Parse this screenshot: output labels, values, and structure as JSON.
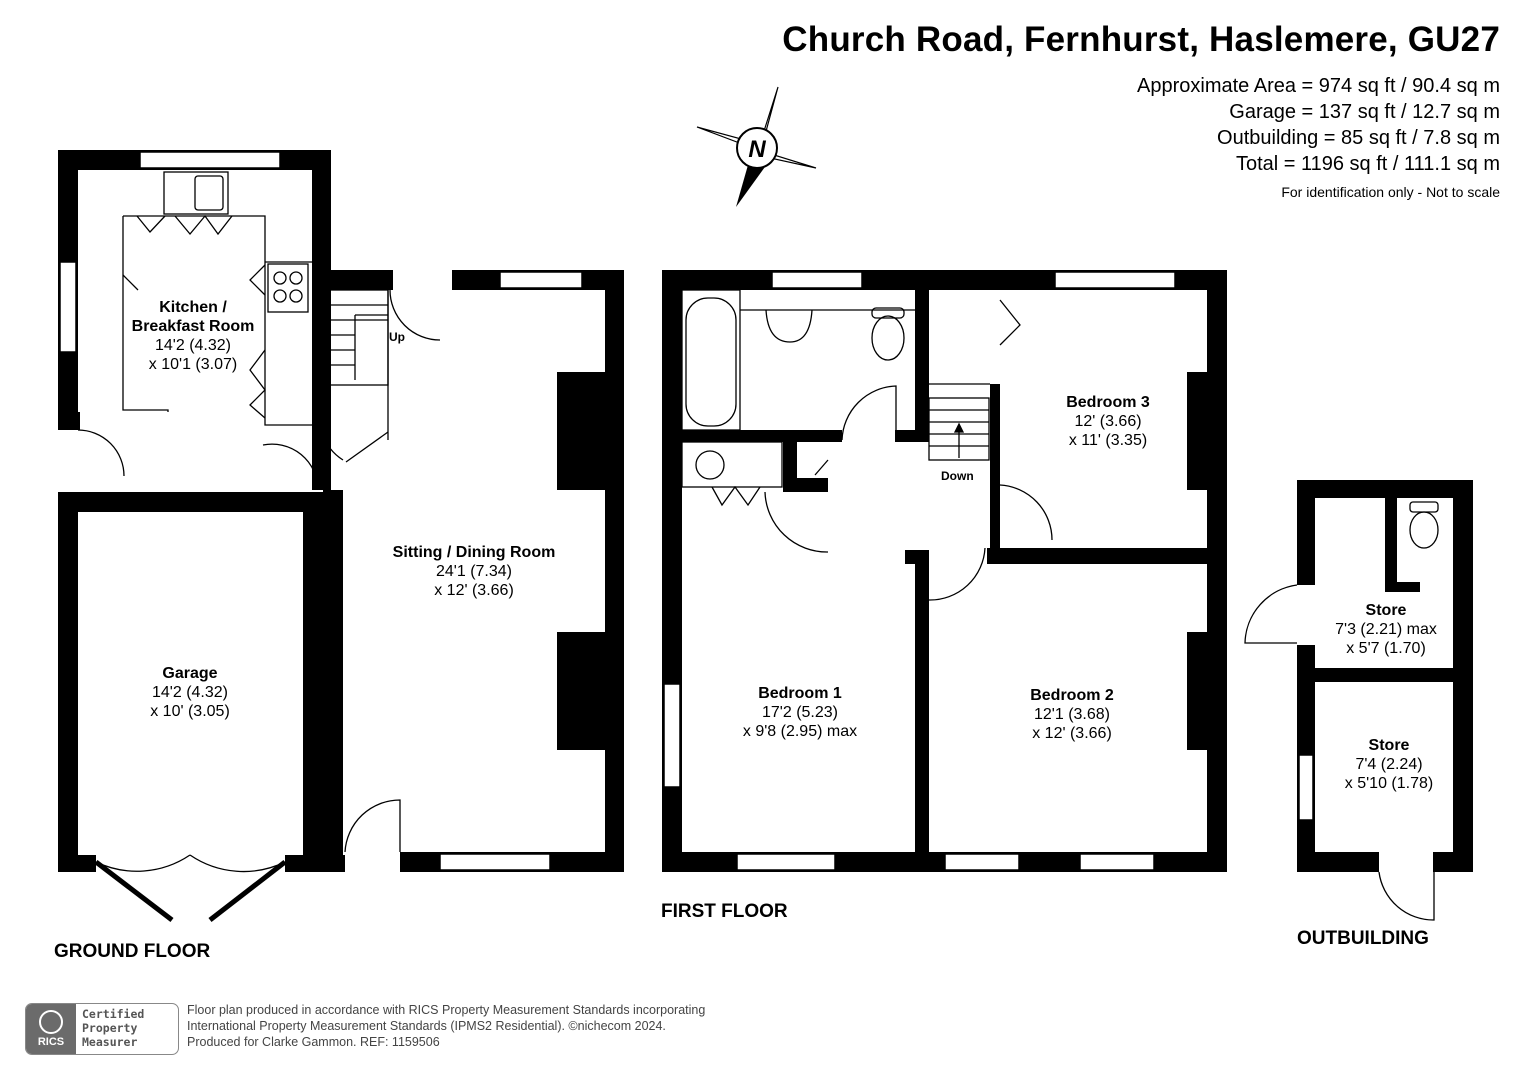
{
  "header": {
    "title": "Church Road, Fernhurst, Haslemere, GU27",
    "areas": [
      "Approximate Area = 974 sq ft / 90.4 sq m",
      "Garage = 137 sq ft / 12.7 sq m",
      "Outbuilding = 85 sq ft / 7.8 sq m",
      "Total = 1196 sq ft / 111.1 sq m"
    ],
    "note": "For identification only - Not to scale"
  },
  "compass": {
    "letter": "N"
  },
  "floors": {
    "ground": "GROUND FLOOR",
    "first": "FIRST FLOOR",
    "outbuilding": "OUTBUILDING"
  },
  "rooms": {
    "kitchen": {
      "name_1": "Kitchen /",
      "name_2": "Breakfast Room",
      "dim_1": "14'2 (4.32)",
      "dim_2": "x 10'1 (3.07)"
    },
    "sitting": {
      "name": "Sitting / Dining Room",
      "dim_1": "24'1 (7.34)",
      "dim_2": "x 12' (3.66)"
    },
    "garage": {
      "name": "Garage",
      "dim_1": "14'2 (4.32)",
      "dim_2": "x 10' (3.05)"
    },
    "bedroom1": {
      "name": "Bedroom 1",
      "dim_1": "17'2 (5.23)",
      "dim_2": "x 9'8 (2.95) max"
    },
    "bedroom2": {
      "name": "Bedroom 2",
      "dim_1": "12'1 (3.68)",
      "dim_2": "x 12' (3.66)"
    },
    "bedroom3": {
      "name": "Bedroom 3",
      "dim_1": "12' (3.66)",
      "dim_2": "x 11' (3.35)"
    },
    "store1": {
      "name": "Store",
      "dim_1": "7'3 (2.21) max",
      "dim_2": "x 5'7 (1.70)"
    },
    "store2": {
      "name": "Store",
      "dim_1": "7'4 (2.24)",
      "dim_2": "x 5'10 (1.78)"
    }
  },
  "stairs": {
    "up": "Up",
    "down": "Down"
  },
  "footer": {
    "line_1": "Floor plan produced in accordance with RICS Property Measurement Standards incorporating",
    "line_2": "International Property Measurement Standards (IPMS2 Residential).  ©nichecom 2024.",
    "line_3": "Produced for Clarke Gammon.   REF: 1159506",
    "badge_logo": "RICS",
    "badge_1": "Certified",
    "badge_2": "Property",
    "badge_3": "Measurer"
  }
}
